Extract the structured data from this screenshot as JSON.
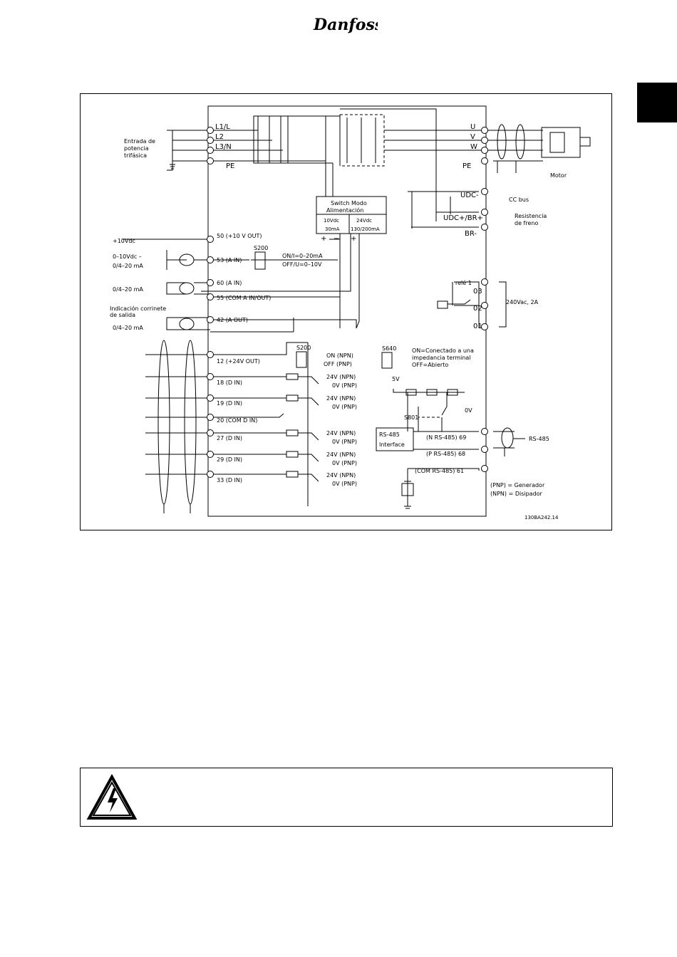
{
  "header": {
    "logo_text": "Danfoss"
  },
  "diagram": {
    "power_input_label": [
      "Entrada de",
      "potencia",
      "trifásica"
    ],
    "mains_terminals": [
      "L1/L",
      "L2",
      "L3/N"
    ],
    "pe_left": "PE",
    "pe_right": "PE",
    "motor_terminals": [
      "U",
      "V",
      "W"
    ],
    "motor_label": "Motor",
    "dc_terminals": [
      "UDC-",
      "UDC+/BR+",
      "BR-"
    ],
    "cc_bus": "CC bus",
    "brake_resistor": [
      "Resistencia",
      "de freno"
    ],
    "smps_title": [
      "Switch Modo",
      "Alimentación"
    ],
    "smps_10v": [
      "10Vdc",
      "30mA"
    ],
    "smps_24v": [
      "24Vdc",
      "130/200mA"
    ],
    "plus": "+",
    "minus": "−",
    "plus10": "+10Vdc",
    "analog_input_label": [
      "0–10Vdc –",
      "0/4–20 mA"
    ],
    "analog_input2_label": "0/4–20 mA",
    "analog_output_label": [
      "Indicación corrinete",
      "de salida",
      "0/4–20 mA"
    ],
    "terminals": {
      "t50": "50 (+10 V OUT)",
      "t53": "53 (A IN)",
      "t60": "60 (A IN)",
      "t55": "55 (COM A IN/OUT)",
      "t42": "42 (A OUT)",
      "t12": "12 (+24V OUT)",
      "t18": "18 (D IN)",
      "t19": "19 (D IN)",
      "t20": "20 (COM D IN)",
      "t27": "27 (D IN)",
      "t29": "29 (D IN)",
      "t33": "33 (D IN)"
    },
    "s200_label": "S200",
    "s200_text": [
      "ON/I=0–20mA",
      "OFF/U=0–10V"
    ],
    "s200_digital_label": "S200",
    "s200_digital_text": [
      "ON (NPN)",
      "OFF (PNP)"
    ],
    "npn_pnp": [
      "24V (NPN)",
      "0V (PNP)"
    ],
    "relay_label": "relé 1",
    "relay_terminals": [
      "03",
      "02",
      "01"
    ],
    "relay_rating": "240Vac, 2A",
    "s640_label": "S640",
    "s640_text": [
      "ON=Conectado a una",
      "impedancia terminal",
      "OFF=Abierto"
    ],
    "v5": "5V",
    "v0": "0V",
    "s801": "S801",
    "rs485_block": [
      "RS-485",
      "Interface"
    ],
    "rs485_terminals": [
      "(N RS-485) 69",
      "(P RS-485) 68",
      "(COM RS-485) 61"
    ],
    "rs485_label": "RS-485",
    "legend": [
      "(PNP) = Generador",
      "(NPN) = Disipador"
    ],
    "drawing_code": "130BA242.14"
  },
  "warning": {
    "icon": "high-voltage-warning-icon"
  }
}
